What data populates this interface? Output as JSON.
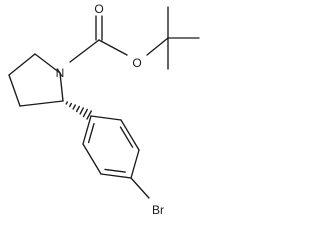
{
  "molecule": {
    "atoms": {
      "nitrogen": "N",
      "carbonyl_oxygen": "O",
      "ester_oxygen": "O",
      "bromine": "Br"
    },
    "stereo_bond": "hashed-wedge"
  }
}
